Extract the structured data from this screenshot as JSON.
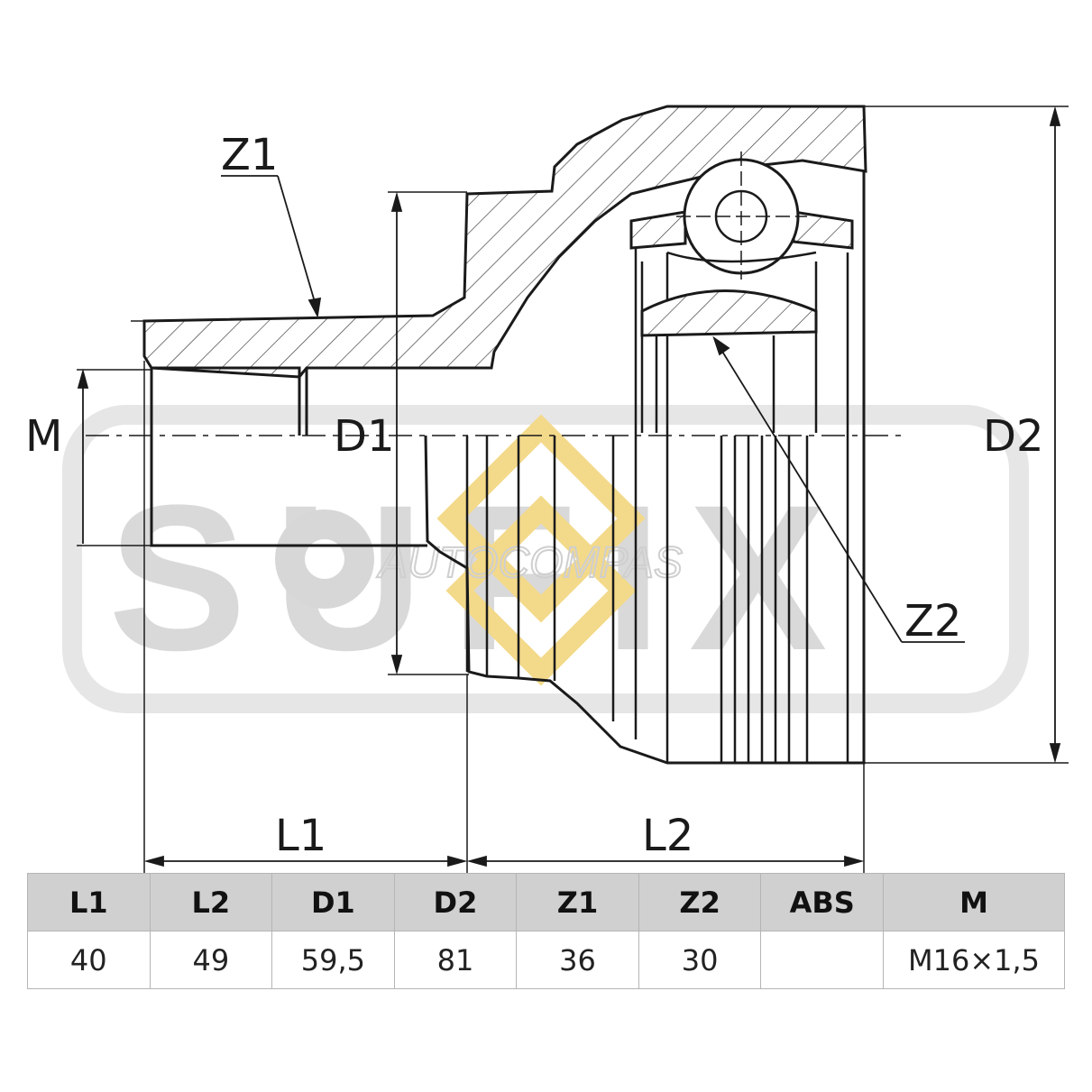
{
  "watermark": {
    "brand": "SUFIX",
    "sub": "AUTOCOMPAS"
  },
  "labels": {
    "z1": "Z1",
    "z2": "Z2",
    "m": "M",
    "d1": "D1",
    "d2": "D2",
    "l1": "L1",
    "l2": "L2"
  },
  "table": {
    "headers": [
      "L1",
      "L2",
      "D1",
      "D2",
      "Z1",
      "Z2",
      "ABS",
      "M"
    ],
    "values": [
      "40",
      "49",
      "59,5",
      "81",
      "36",
      "30",
      "",
      "M16×1,5"
    ]
  },
  "colors": {
    "line": "#1a1a1a",
    "header_bg": "#d0d0d0",
    "watermark_gray": "#d9d9d9",
    "watermark_yellow": "#f3d98a"
  }
}
